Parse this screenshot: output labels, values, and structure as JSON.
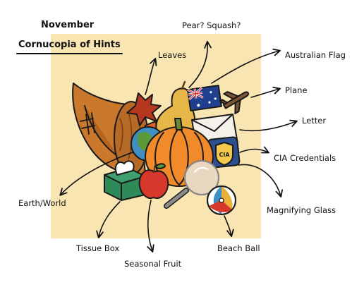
{
  "title": {
    "line1": "November",
    "line2": "Cornucopia of Hints"
  },
  "labels": {
    "pear_squash": "Pear? Squash?",
    "leaves": "Leaves",
    "australian_flag": "Australian Flag",
    "plane": "Plane",
    "letter": "Letter",
    "cia_credentials": "CIA Credentials",
    "cia_badge_text": "CIA",
    "earth_world": "Earth/World",
    "magnifying_glass": "Magnifying Glass",
    "tissue_box": "Tissue Box",
    "beach_ball": "Beach Ball",
    "seasonal_fruit": "Seasonal Fruit"
  },
  "colors": {
    "background_panel": "#f9e5b1",
    "horn": "#c9782c",
    "pumpkin": "#f08a2b",
    "pear": "#e6b646",
    "globe_land": "#5a9a3a",
    "globe_sea": "#3f8fc4",
    "tissue_box": "#2f8a5a",
    "apple": "#d8372c",
    "flag_blue": "#1f3f8f",
    "cia_badge": "#2b4f8f"
  }
}
